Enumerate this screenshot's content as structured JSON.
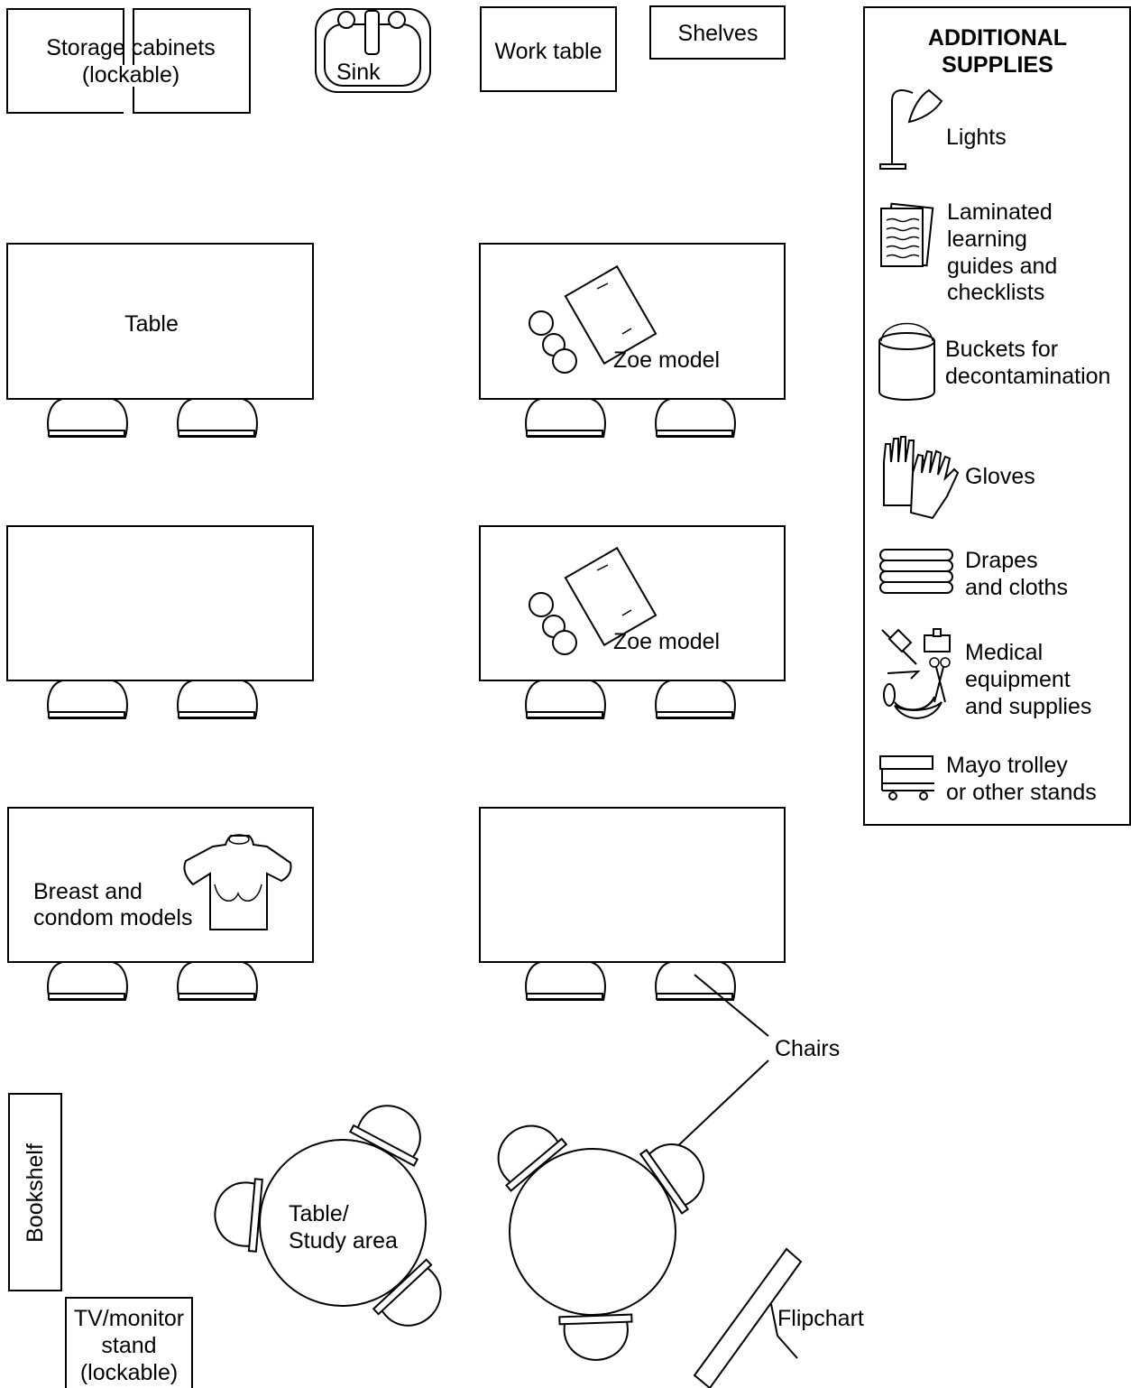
{
  "furniture": {
    "storage_cabinets": [
      "Storage cabinets",
      "(lockable)"
    ],
    "sink": "Sink",
    "work_table": "Work table",
    "shelves": "Shelves",
    "table": "Table",
    "zoe_model": "Zoe model",
    "breast_condom_models": [
      "Breast and",
      "condom models"
    ],
    "bookshelf": "Bookshelf",
    "study_table": [
      "Table/",
      "Study area"
    ],
    "tv_stand": [
      "TV/monitor",
      "stand",
      "(lockable)"
    ],
    "chairs": "Chairs",
    "flipchart": "Flipchart"
  },
  "supplies": {
    "title": [
      "ADDITIONAL",
      "SUPPLIES"
    ],
    "items": [
      {
        "icon": "lamp-icon",
        "label": [
          "Lights"
        ]
      },
      {
        "icon": "laminated-guides-icon",
        "label": [
          "Laminated",
          "learning",
          "guides and",
          "checklists"
        ]
      },
      {
        "icon": "bucket-icon",
        "label": [
          "Buckets for",
          "decontamination"
        ]
      },
      {
        "icon": "gloves-icon",
        "label": [
          "Gloves"
        ]
      },
      {
        "icon": "drapes-icon",
        "label": [
          "Drapes",
          "and cloths"
        ]
      },
      {
        "icon": "medical-equipment-icon",
        "label": [
          "Medical",
          "equipment",
          "and supplies"
        ]
      },
      {
        "icon": "mayo-trolley-icon",
        "label": [
          "Mayo trolley",
          "or other stands"
        ]
      }
    ]
  }
}
